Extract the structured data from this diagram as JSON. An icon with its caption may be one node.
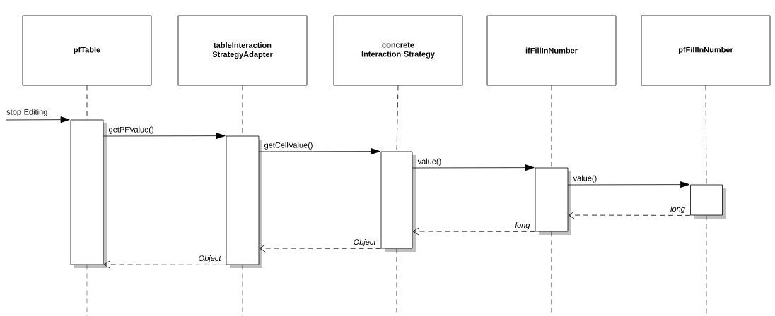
{
  "diagram": {
    "nodes": [
      {
        "text": [
          "pfTable"
        ]
      },
      {
        "text": [
          "tableInteraction StrategyAdapter"
        ]
      },
      {
        "text": [
          "concrete Interaction Strategy"
        ]
      },
      {
        "text": [
          "ifFillInNumber"
        ]
      },
      {
        "text": [
          "pfFillInNumber"
        ]
      },
      {
        "text": [],
        "shape": "bar"
      },
      {
        "text": [],
        "shape": "bar"
      },
      {
        "text": [],
        "shape": "bar"
      },
      {
        "text": [],
        "shape": "bar"
      },
      {
        "text": [],
        "shape": "bar"
      }
    ],
    "edges": [
      {
        "from": 0,
        "to": 5,
        "arrow": "none",
        "style": "dashed"
      },
      {
        "from": 1,
        "to": 6,
        "arrow": "none",
        "style": "dashed"
      },
      {
        "from": 2,
        "to": 7,
        "arrow": "none",
        "style": "dashed"
      },
      {
        "from": 3,
        "to": 8,
        "arrow": "none",
        "style": "dashed"
      },
      {
        "from": 4,
        "to": 9,
        "arrow": "none",
        "style": "dashed"
      },
      {
        "from": 5,
        "to": null,
        "arrow": "none",
        "style": "dashed"
      },
      {
        "from": 6,
        "to": null,
        "arrow": "none",
        "style": "dashed"
      },
      {
        "from": 7,
        "to": null,
        "arrow": "none",
        "style": "dashed"
      },
      {
        "from": 8,
        "to": null,
        "arrow": "none",
        "style": "dashed"
      },
      {
        "from": 9,
        "to": null,
        "arrow": "none",
        "style": "dashed"
      },
      {
        "from": null,
        "to": 5,
        "arrow": "to",
        "label": "stop Editing"
      },
      {
        "from": 5,
        "to": 6,
        "arrow": "to",
        "label": "getPFValue()"
      },
      {
        "from": 6,
        "to": 7,
        "arrow": "to",
        "label": "getCellValue()"
      },
      {
        "from": 7,
        "to": 8,
        "arrow": "to",
        "label": "value()"
      },
      {
        "from": 8,
        "to": 9,
        "arrow": "to",
        "label": "value()"
      },
      {
        "from": 9,
        "to": 8,
        "arrow": "to",
        "style": "dashed",
        "label": "long"
      },
      {
        "from": 8,
        "to": 7,
        "arrow": "to",
        "style": "dashed",
        "label": "long"
      },
      {
        "from": 7,
        "to": 6,
        "arrow": "to",
        "style": "dashed",
        "label": "Object"
      },
      {
        "from": 6,
        "to": 5,
        "arrow": "to",
        "style": "dashed",
        "label": "Object"
      }
    ]
  }
}
